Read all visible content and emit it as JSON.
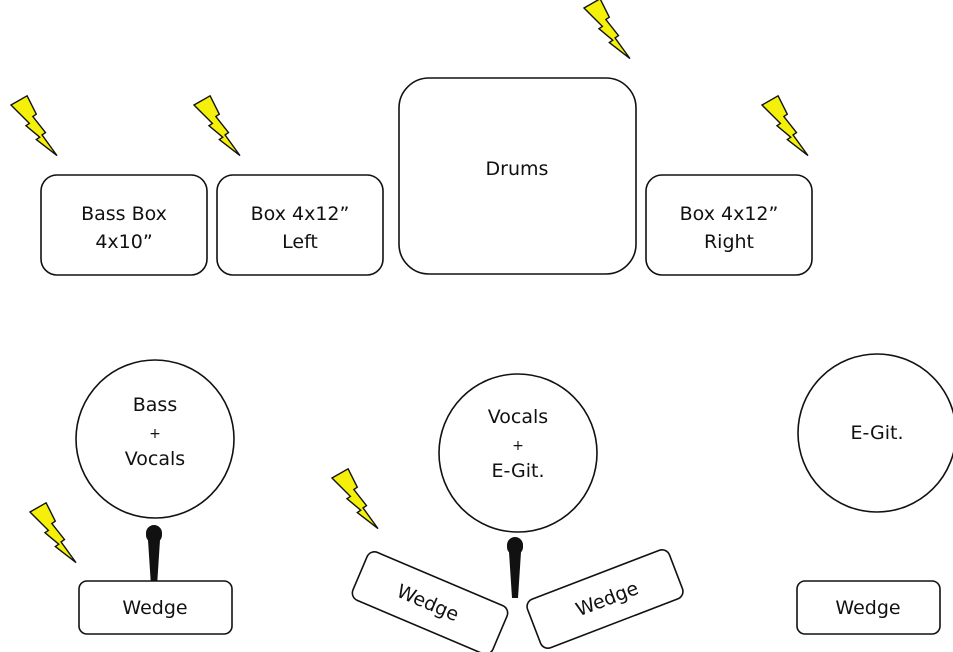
{
  "amps": {
    "bass_box": {
      "line1": "Bass Box",
      "line2": "4x10”"
    },
    "box_left": {
      "line1": "Box 4x12”",
      "line2": "Left"
    },
    "drums": {
      "label": "Drums"
    },
    "box_right": {
      "line1": "Box 4x12”",
      "line2": "Right"
    }
  },
  "positions": {
    "left": {
      "line1": "Bass",
      "line2": "+",
      "line3": "Vocals"
    },
    "center": {
      "line1": "Vocals",
      "line2": "+",
      "line3": "E-Git."
    },
    "right": {
      "line1": "E-Git."
    }
  },
  "wedges": {
    "left": "Wedge",
    "center_left": "Wedge",
    "center_right": "Wedge",
    "right": "Wedge"
  },
  "colors": {
    "power_bolt": "#f4f00a",
    "outline": "#111111",
    "background": "#ffffff"
  },
  "icons": {
    "power": "lightning-bolt",
    "microphone": "microphone"
  }
}
